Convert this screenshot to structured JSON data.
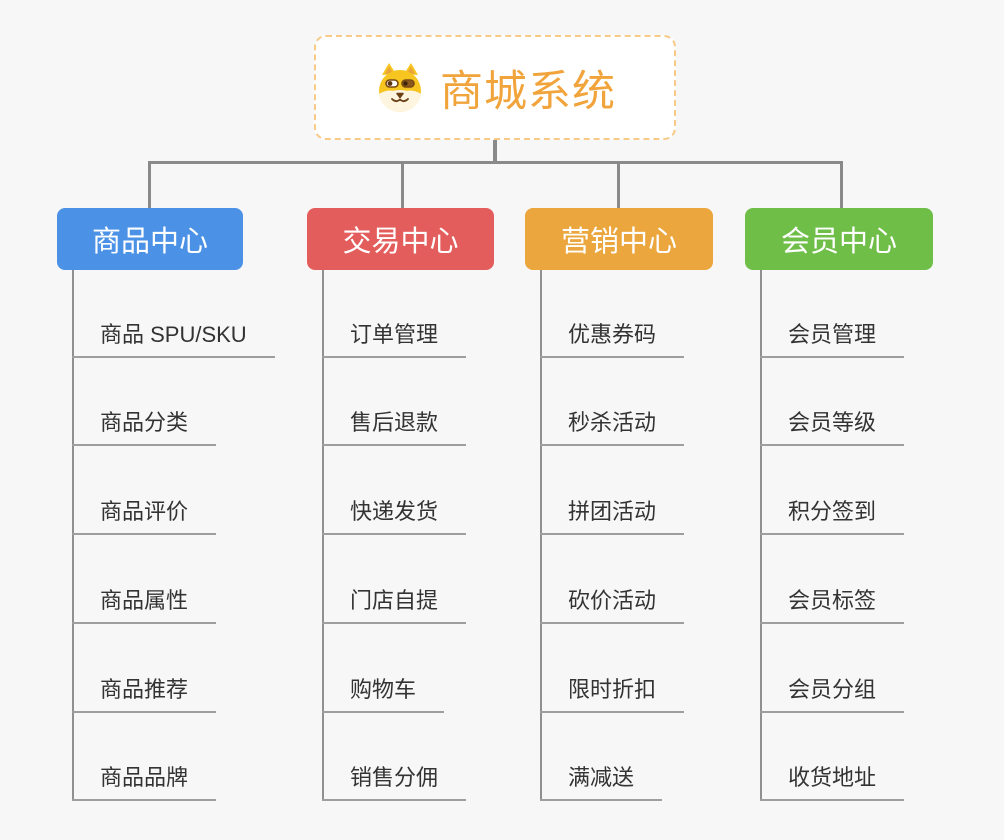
{
  "root": {
    "title": "商城系统",
    "icon": "shiba-dog-icon",
    "accent_color": "#F1A43B",
    "border_color": "#F7CA87"
  },
  "branches": [
    {
      "label": "商品中心",
      "color": "#4B91E6",
      "children": [
        "商品 SPU/SKU",
        "商品分类",
        "商品评价",
        "商品属性",
        "商品推荐",
        "商品品牌"
      ]
    },
    {
      "label": "交易中心",
      "color": "#E45D5D",
      "children": [
        "订单管理",
        "售后退款",
        "快递发货",
        "门店自提",
        "购物车",
        "销售分佣"
      ]
    },
    {
      "label": "营销中心",
      "color": "#EBA63E",
      "children": [
        "优惠券码",
        "秒杀活动",
        "拼团活动",
        "砍价活动",
        "限时折扣",
        "满减送"
      ]
    },
    {
      "label": "会员中心",
      "color": "#6EBE48",
      "children": [
        "会员管理",
        "会员等级",
        "积分签到",
        "会员标签",
        "会员分组",
        "收货地址"
      ]
    }
  ],
  "style": {
    "connector_color": "#8A8A8A",
    "underline_color": "#9E9E9E",
    "child_text_color": "#333333",
    "background_color": "#F7F7F7"
  }
}
